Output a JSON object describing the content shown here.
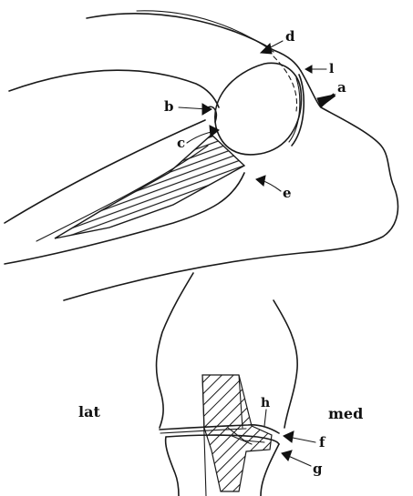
{
  "labels": {
    "a": "a",
    "b": "b",
    "c": "c",
    "d": "d",
    "e": "e",
    "f": "f",
    "g": "g",
    "h": "h",
    "l": "l",
    "lat": "lat",
    "med": "med"
  }
}
